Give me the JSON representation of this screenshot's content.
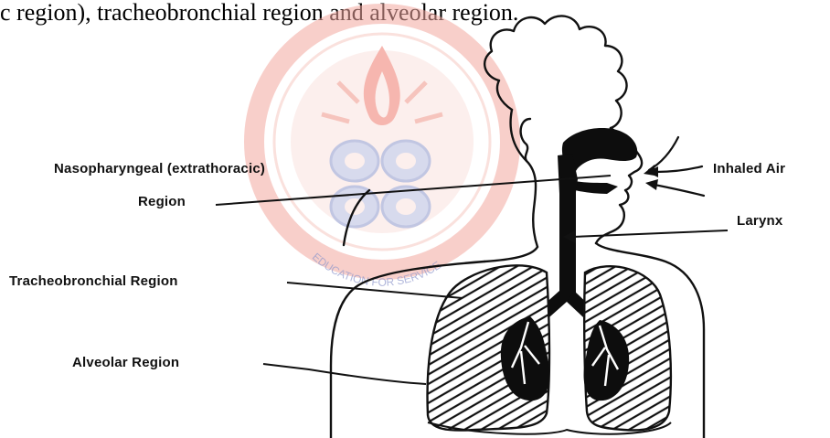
{
  "caption": "c region), tracheobronchial region and alveolar region.",
  "labels": {
    "inhaled_air": "Inhaled Air",
    "nasopharyngeal": "Nasopharyngeal (extrathoracic)",
    "region": "Region",
    "larynx": "Larynx",
    "tracheobronchial": "Tracheobronchial Region",
    "alveolar": "Alveolar Region"
  },
  "watermark": {
    "text": "EDUCATION FOR SERVICE",
    "color": "#e8443a",
    "secondary_color": "#7b87c2"
  }
}
